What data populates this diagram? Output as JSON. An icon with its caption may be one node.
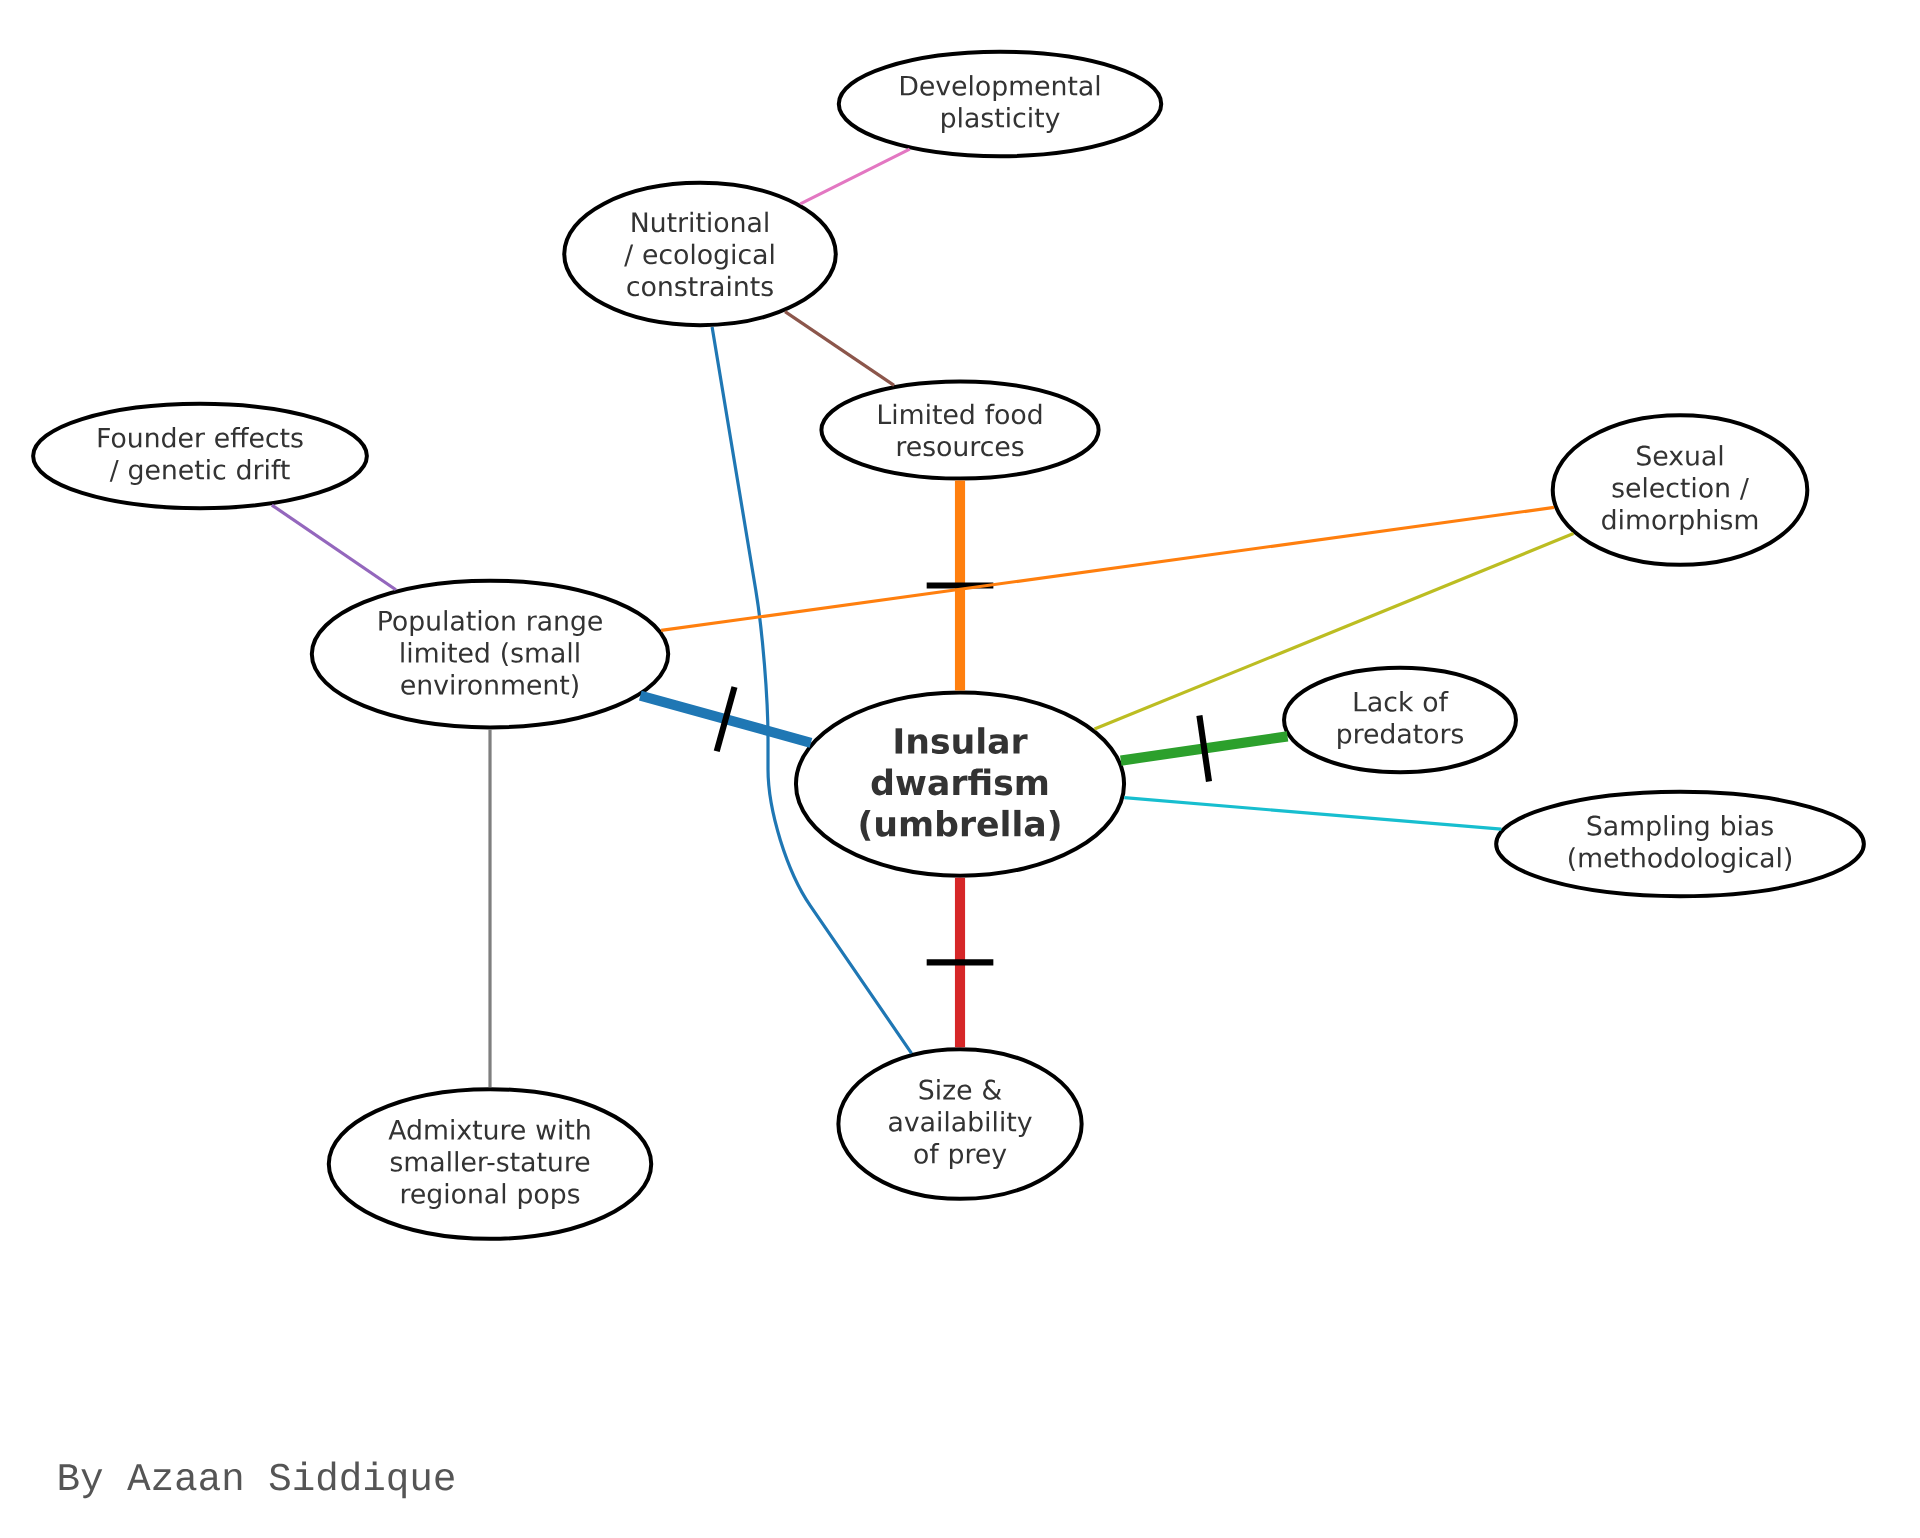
{
  "diagram": {
    "nodes": [
      {
        "text": [
          "Developmental plasticity"
        ]
      },
      {
        "text": [
          "Nutritional / ecological constraints"
        ]
      },
      {
        "text": [
          "Limited food resources"
        ]
      },
      {
        "text": [
          "Founder effects / genetic drift"
        ]
      },
      {
        "text": [
          "Sexual selection / dimorphism"
        ]
      },
      {
        "text": [
          "Population range limited (small environment)"
        ]
      },
      {
        "text": [
          "Lack of predators"
        ]
      },
      {
        "text": [
          "Insular dwarfism (umbrella)"
        ]
      },
      {
        "text": [
          "Sampling bias (methodological)"
        ]
      },
      {
        "text": [
          "Size & availability of prey"
        ]
      },
      {
        "text": [
          "Admixture with smaller-stature regional pops"
        ]
      }
    ],
    "edges": [
      {
        "from": 1,
        "to": 0,
        "arrow": "none",
        "color": "#e377c2"
      },
      {
        "from": 1,
        "to": 2,
        "arrow": "none",
        "color": "#8c564b"
      },
      {
        "from": 1,
        "to": 9,
        "arrow": "none",
        "color": "#1f77b4"
      },
      {
        "from": 2,
        "to": 7,
        "arrow": "none",
        "style": "thick",
        "color": "#ff7f0e"
      },
      {
        "from": 3,
        "to": 5,
        "arrow": "none",
        "color": "#9467bd"
      },
      {
        "from": 5,
        "to": 7,
        "arrow": "none",
        "style": "thick",
        "color": "#1f77b4"
      },
      {
        "from": 5,
        "to": 4,
        "arrow": "none",
        "color": "#ff7f0e"
      },
      {
        "from": 5,
        "to": 10,
        "arrow": "none",
        "color": "#7f7f7f"
      },
      {
        "from": 6,
        "to": 7,
        "arrow": "none",
        "style": "thick",
        "color": "#2ca02c"
      },
      {
        "from": 7,
        "to": 4,
        "arrow": "none",
        "color": "#bcbd22"
      },
      {
        "from": 7,
        "to": 8,
        "arrow": "none",
        "color": "#17becf"
      },
      {
        "from": 7,
        "to": 9,
        "arrow": "none",
        "style": "thick",
        "color": "#d62728"
      }
    ],
    "labels": [
      "By Azaan Siddique"
    ]
  }
}
